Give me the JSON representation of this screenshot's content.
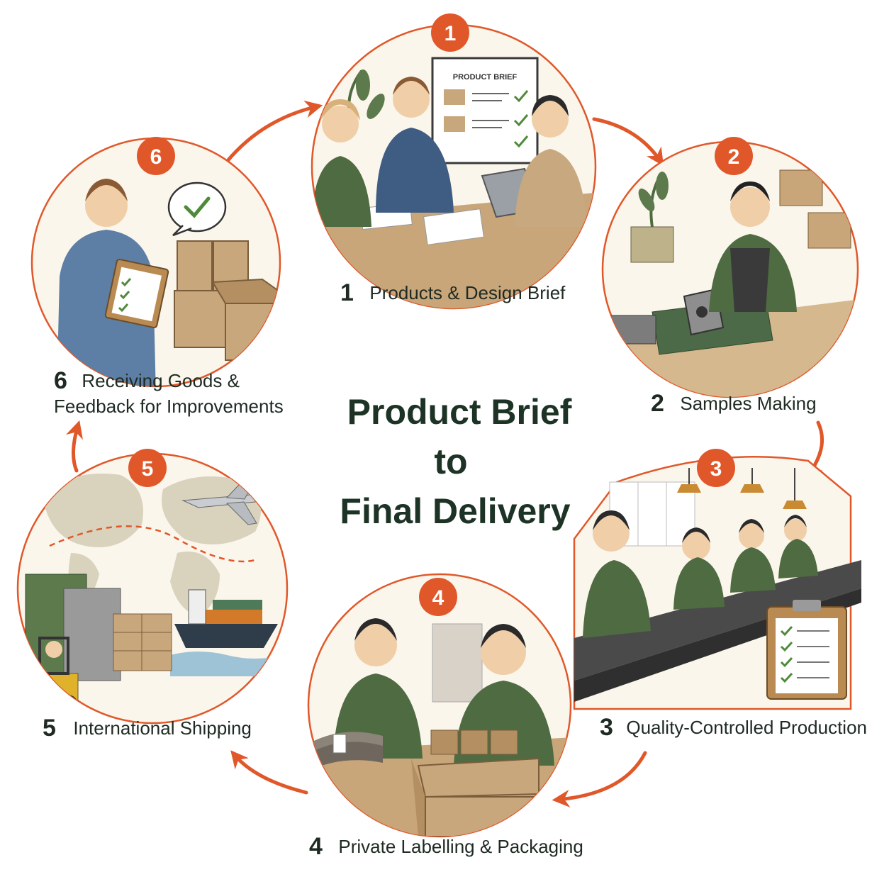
{
  "diagram": {
    "title_lines": [
      "Product Brief",
      "to",
      "Final Delivery"
    ],
    "accent_color": "#e0582a",
    "green_color": "#4f6b41",
    "steps": [
      {
        "badge": "1",
        "number": "1",
        "label": "Products & Design Brief",
        "board_text": "PRODUCT BRIEF"
      },
      {
        "badge": "2",
        "number": "2",
        "label": "Samples Making"
      },
      {
        "badge": "3",
        "number": "3",
        "label": "Quality-Controlled Production"
      },
      {
        "badge": "4",
        "number": "4",
        "label": "Private Labelling & Packaging"
      },
      {
        "badge": "5",
        "number": "5",
        "label": "International Shipping"
      },
      {
        "badge": "6",
        "number": "6",
        "label_line1": "Receiving Goods &",
        "label_line2": "Feedback for Improvements"
      }
    ]
  }
}
